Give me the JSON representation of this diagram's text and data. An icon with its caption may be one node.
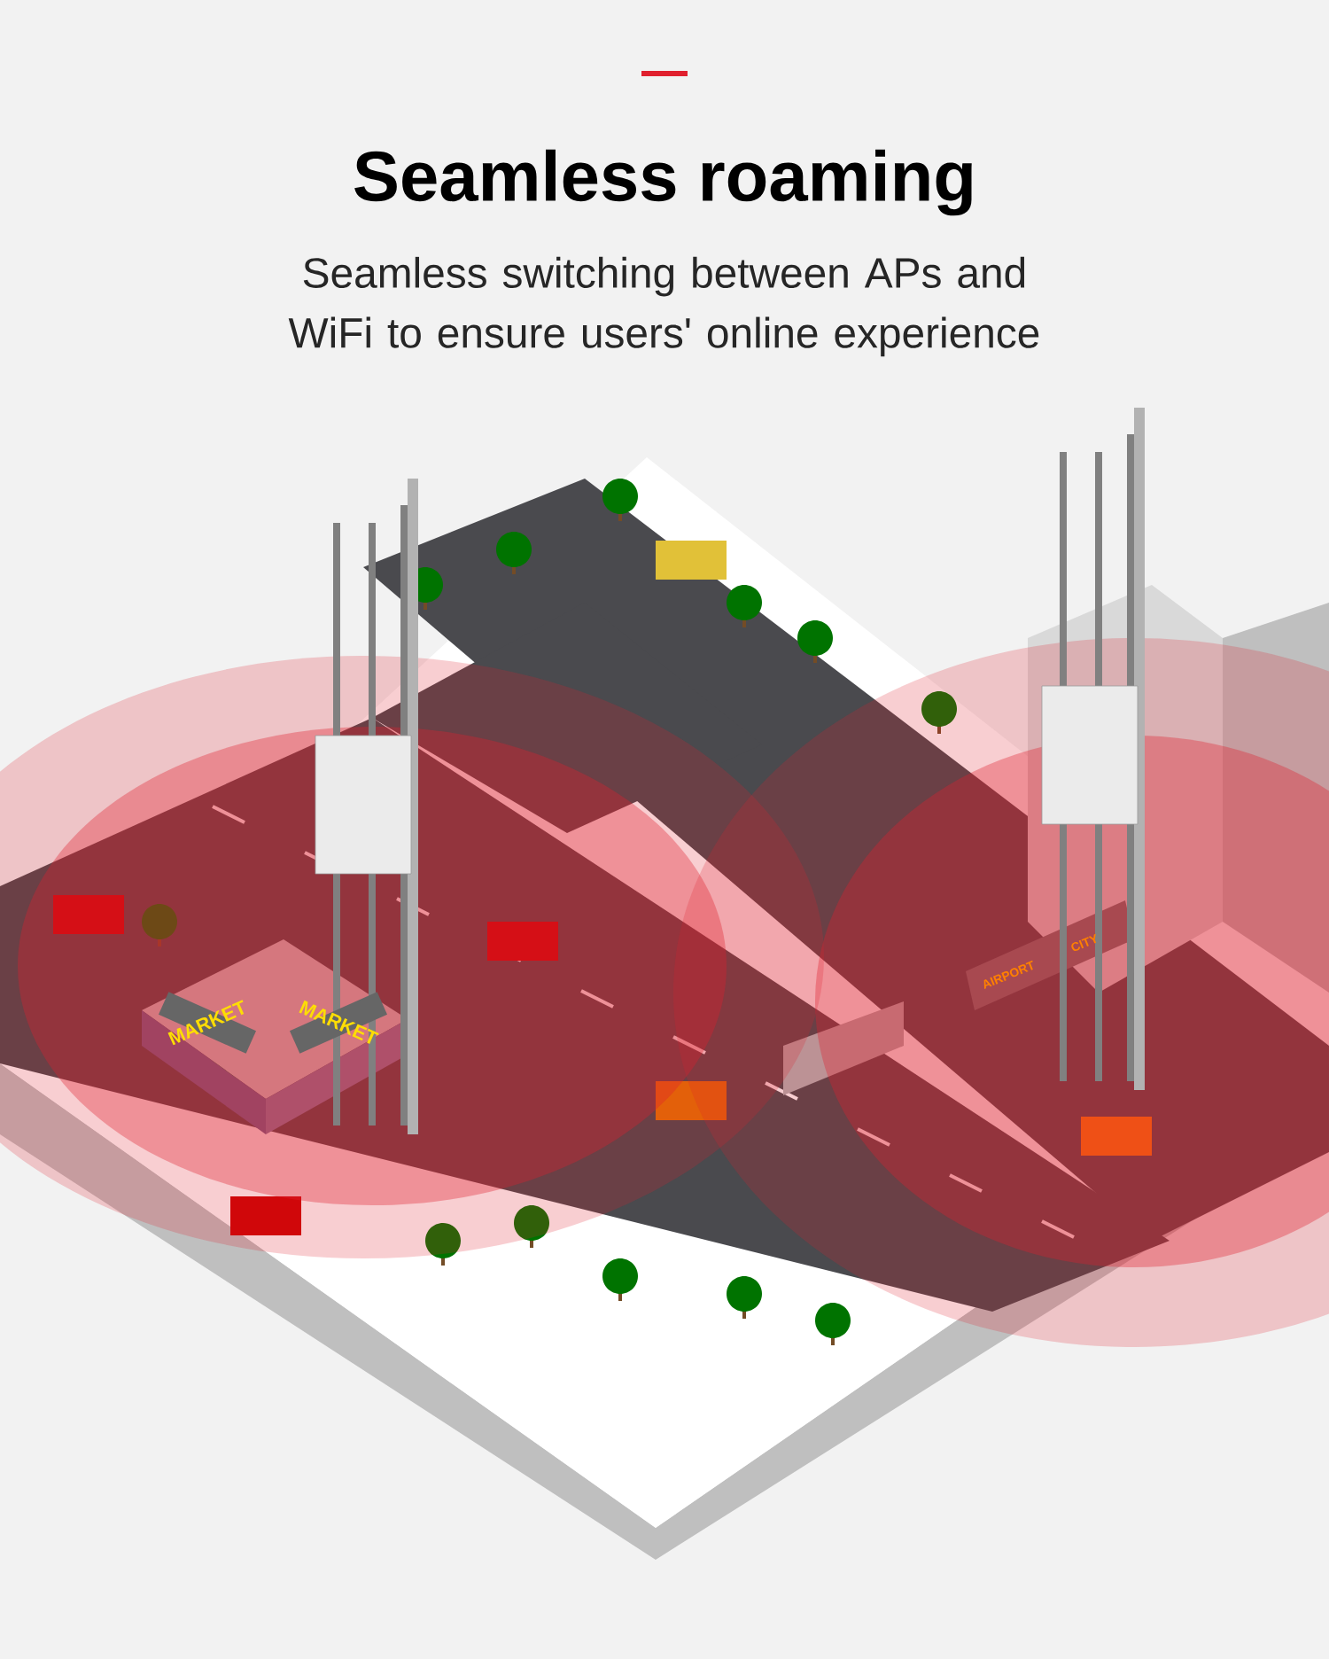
{
  "diagram": {
    "title": "Seamless roaming",
    "labels": [
      "Seamless switching between APs and WiFi to ensure users' online experience",
      "MARKET",
      "MARKET",
      "AIRPORT",
      "CITY"
    ]
  }
}
